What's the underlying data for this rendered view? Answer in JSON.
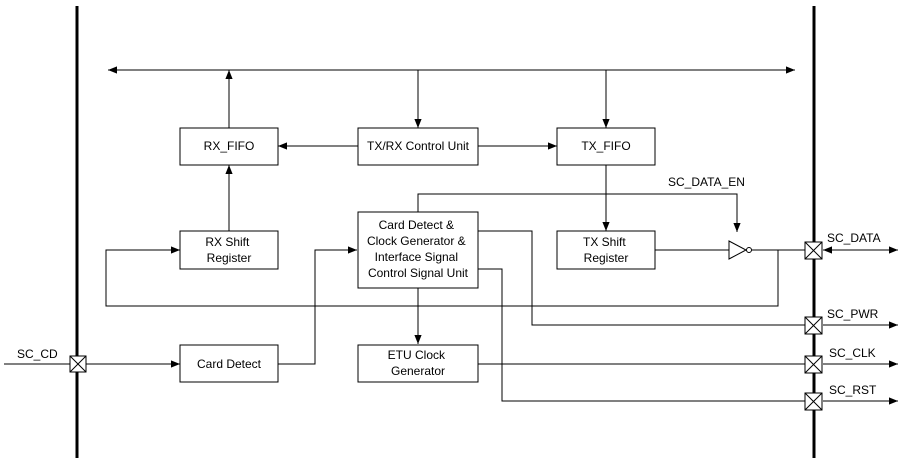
{
  "blocks": {
    "rx_fifo": "RX_FIFO",
    "txrx_control": "TX/RX Control Unit",
    "tx_fifo": "TX_FIFO",
    "rx_shift": [
      "RX Shift",
      "Register"
    ],
    "card_detect_clock": [
      "Card Detect &",
      "Clock Generator &",
      "Interface Signal",
      "Control Signal Unit"
    ],
    "tx_shift": [
      "TX Shift",
      "Register"
    ],
    "card_detect": "Card Detect",
    "etu_clock": [
      "ETU Clock",
      "Generator"
    ]
  },
  "signals": {
    "sc_cd": "SC_CD",
    "sc_data_en": "SC_DATA_EN",
    "sc_data": "SC_DATA",
    "sc_pwr": "SC_PWR",
    "sc_clk": "SC_CLK",
    "sc_rst": "SC_RST"
  }
}
